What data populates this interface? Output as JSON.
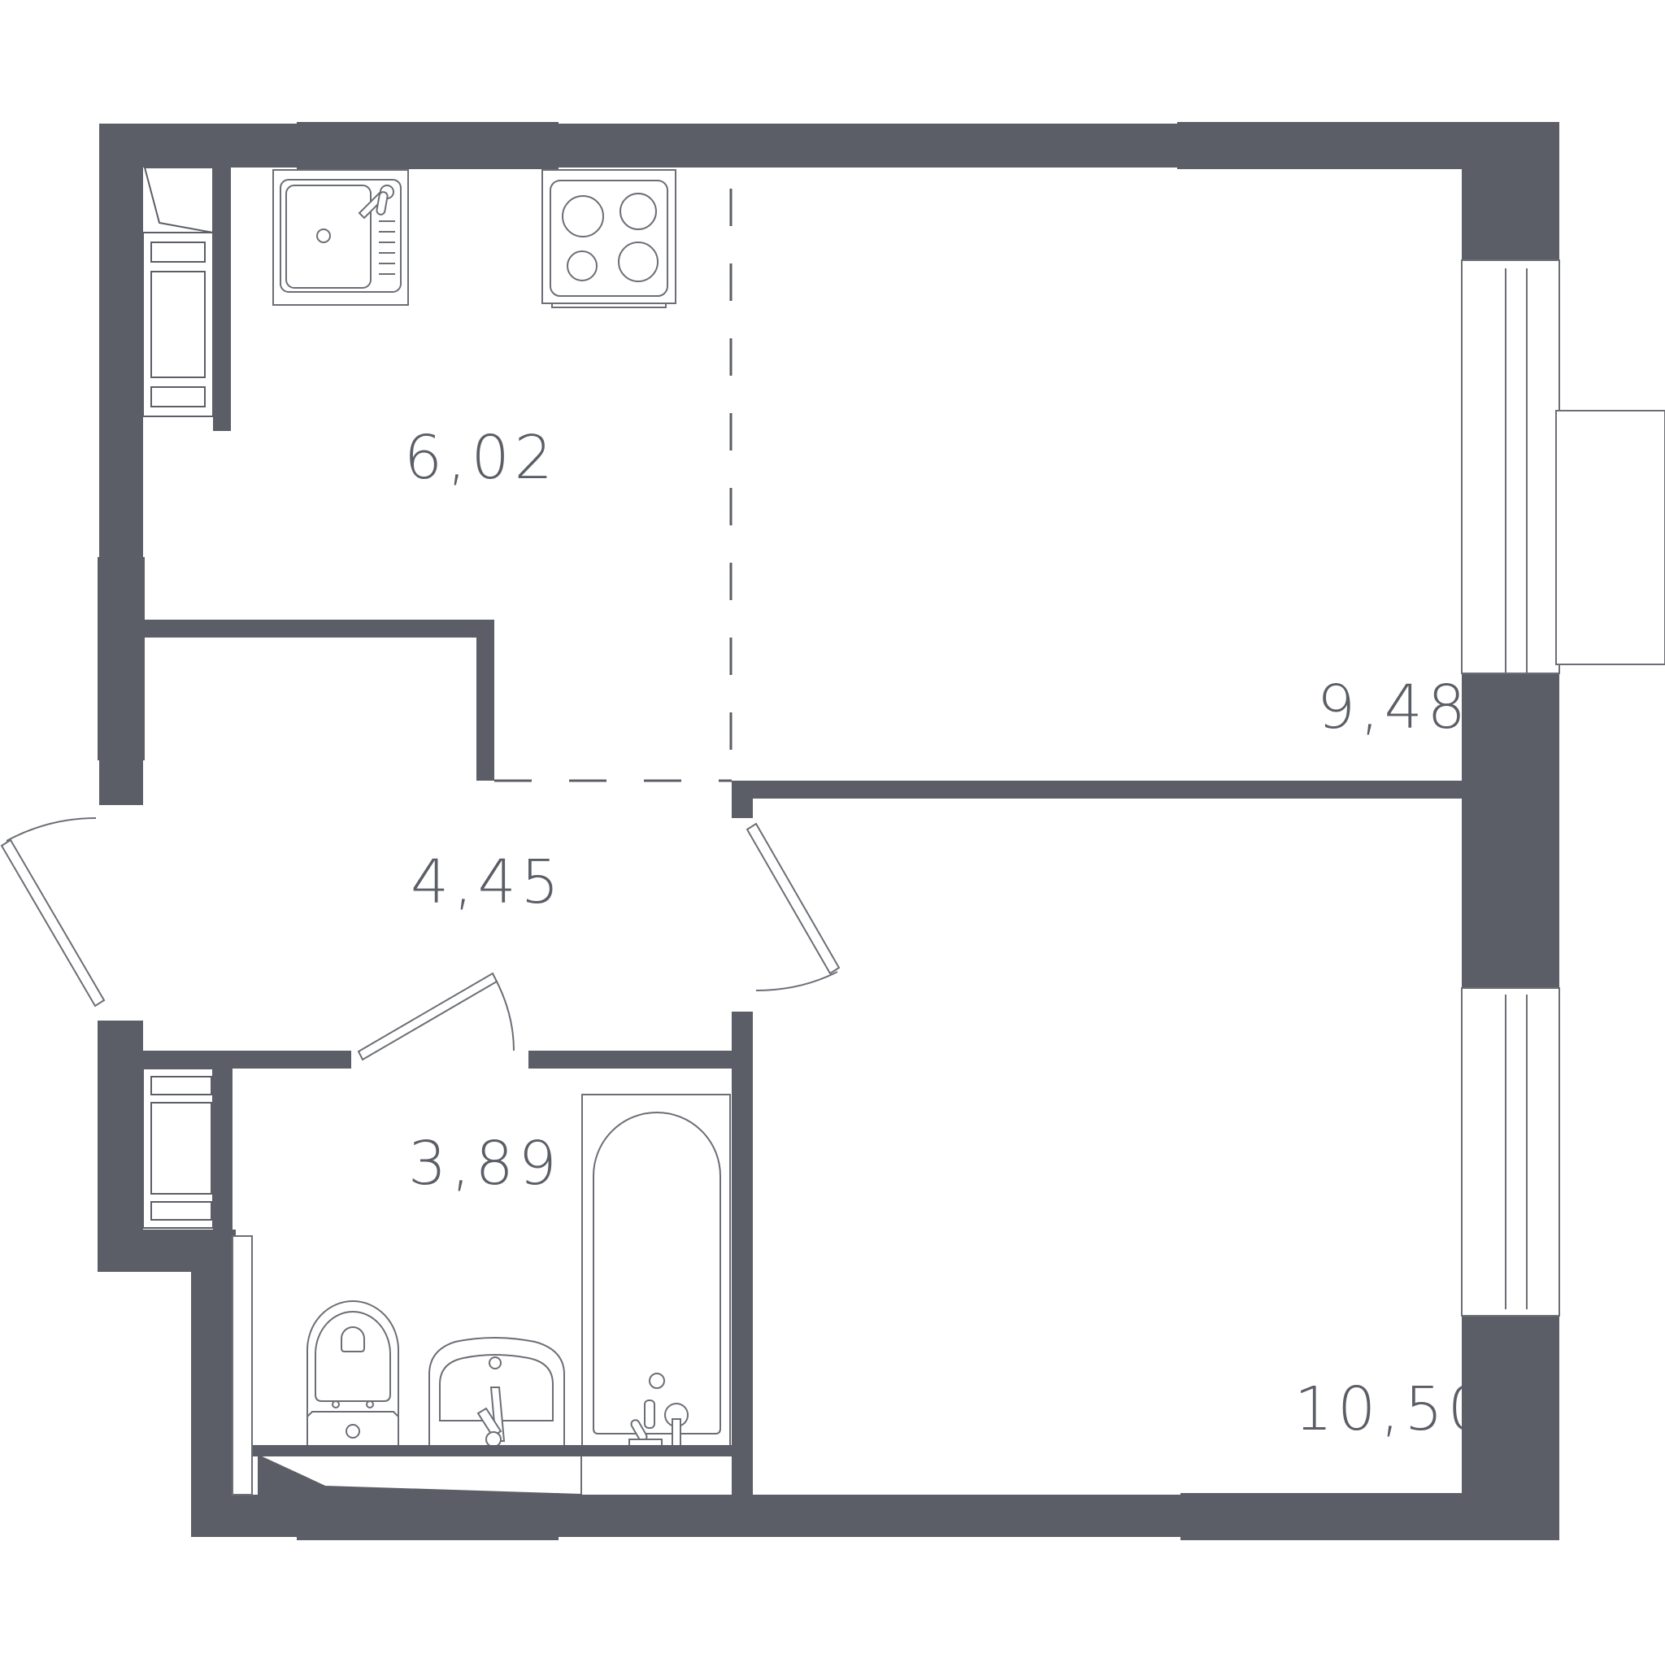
{
  "colors": {
    "wall": "#5b5e66",
    "fixture_stroke": "#6b6e75",
    "label": "#5b5e66",
    "background": "#ffffff"
  },
  "rooms": {
    "kitchen": {
      "area": "6,02"
    },
    "hall": {
      "area": "4,45"
    },
    "bathroom": {
      "area": "3,89"
    },
    "living_room": {
      "area": "9,48"
    },
    "bedroom": {
      "area": "10,50"
    }
  },
  "icons": {
    "sink": "kitchen-sink-icon",
    "stove": "stove-icon",
    "bathtub": "bathtub-icon",
    "toilet": "toilet-icon",
    "washbasin": "washbasin-icon",
    "radiator": "radiator-icon"
  }
}
